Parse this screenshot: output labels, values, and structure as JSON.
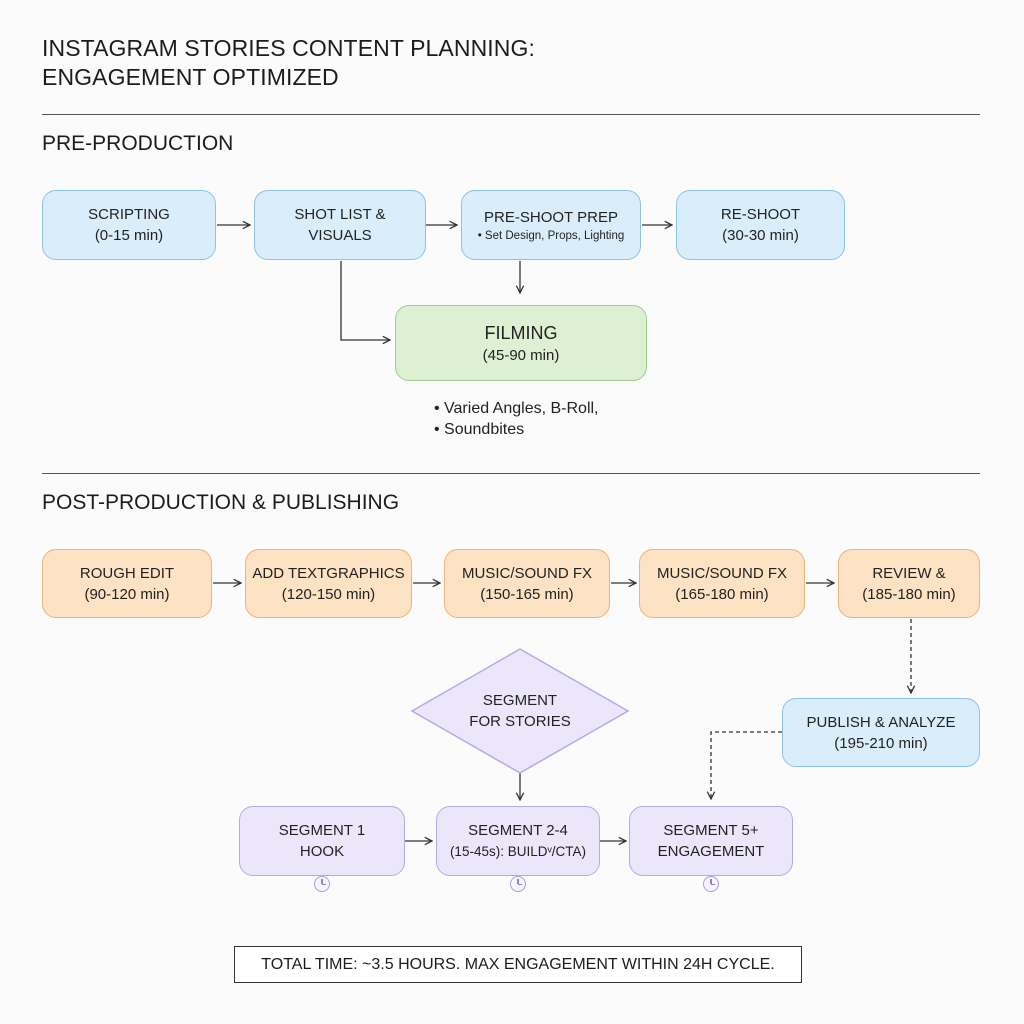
{
  "title": {
    "line1": "INSTAGRAM STORIES CONTENT PLANNING:",
    "line2": "ENGAGEMENT OPTIMIZED"
  },
  "pre_production": {
    "heading": "PRE-PRODUCTION",
    "scripting": {
      "line1": "SCRIPTING",
      "line2": "(0-15 min)"
    },
    "shot_list": {
      "line1": "SHOT LIST &",
      "line2": "VISUALS"
    },
    "pre_shoot": {
      "line1": "PRE-SHOOT PREP",
      "line2": "• Set Design, Props, Lighting"
    },
    "reshoot": {
      "line1": "RE-SHOOT",
      "line2": "(30-30 min)"
    },
    "filming": {
      "line1": "FILMING",
      "line2": "(45-90 min)"
    },
    "filming_notes": [
      "Varied Angles, B-Roll,",
      "Soundbites"
    ]
  },
  "post_production": {
    "heading": "POST-PRODUCTION & PUBLISHING",
    "rough_edit": {
      "line1": "ROUGH EDIT",
      "line2": "(90-120 min)"
    },
    "text_graphics": {
      "line1": "ADD TEXTGRAPHICS",
      "line2": "(120-150 min)"
    },
    "music_1": {
      "line1": "MUSIC/SOUND FX",
      "line2": "(150-165 min)"
    },
    "music_2": {
      "line1": "MUSIC/SOUND FX",
      "line2": "(165-180 min)"
    },
    "review": {
      "line1": "REVIEW &",
      "line2": "(185-180 min)"
    },
    "publish": {
      "line1": "PUBLISH & ANALYZE",
      "line2": "(195-210 min)"
    },
    "segment_decision": {
      "line1": "SEGMENT",
      "line2": "FOR STORIES"
    },
    "segment_1": {
      "line1": "SEGMENT 1",
      "line2": "HOOK"
    },
    "segment_2_4": {
      "line1": "SEGMENT 2-4",
      "line2": "(15-45s): BUILDᵛ/CTA)"
    },
    "segment_5": {
      "line1": "SEGMENT 5+",
      "line2": "ENGAGEMENT"
    }
  },
  "footer": {
    "total": "TOTAL TIME: ~3.5 HOURS. MAX ENGAGEMENT WITHIN 24H CYCLE."
  },
  "colors": {
    "blue": "#d9edfb",
    "green": "#ddf0d3",
    "orange": "#fde2c4",
    "purple": "#ebe6fa"
  },
  "icons": [
    "clock-icon",
    "arrow-icon"
  ]
}
